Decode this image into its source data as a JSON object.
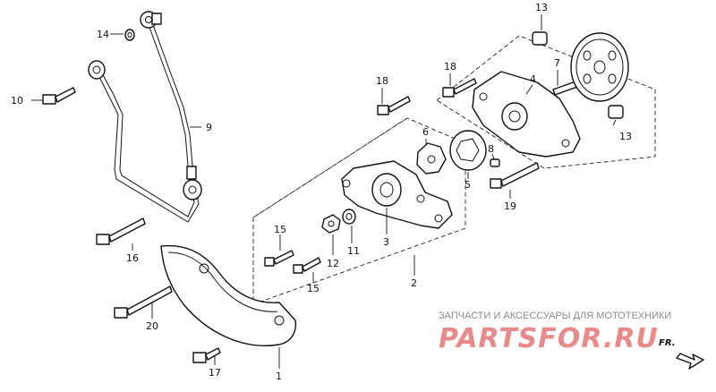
{
  "callouts": {
    "n1": "1",
    "n2": "2",
    "n3": "3",
    "n4": "4",
    "n5": "5",
    "n6": "6",
    "n7": "7",
    "n8": "8",
    "n9": "9",
    "n10": "10",
    "n11": "11",
    "n12": "12",
    "n13a": "13",
    "n13b": "13",
    "n14": "14",
    "n15a": "15",
    "n15b": "15",
    "n16": "16",
    "n17": "17",
    "n18a": "18",
    "n18b": "18",
    "n19": "19",
    "n20": "20"
  },
  "watermark": {
    "tagline": "ЗАПЧАСТИ И АКСЕССУАРЫ ДЛЯ МОТОТЕХНИКИ",
    "logo": "PARTSFOR.RU"
  },
  "direction_label": "FR.",
  "colors": {
    "ink": "#111111",
    "watermark_text": "#8a8a8a",
    "watermark_logo": "#e88a8a"
  }
}
